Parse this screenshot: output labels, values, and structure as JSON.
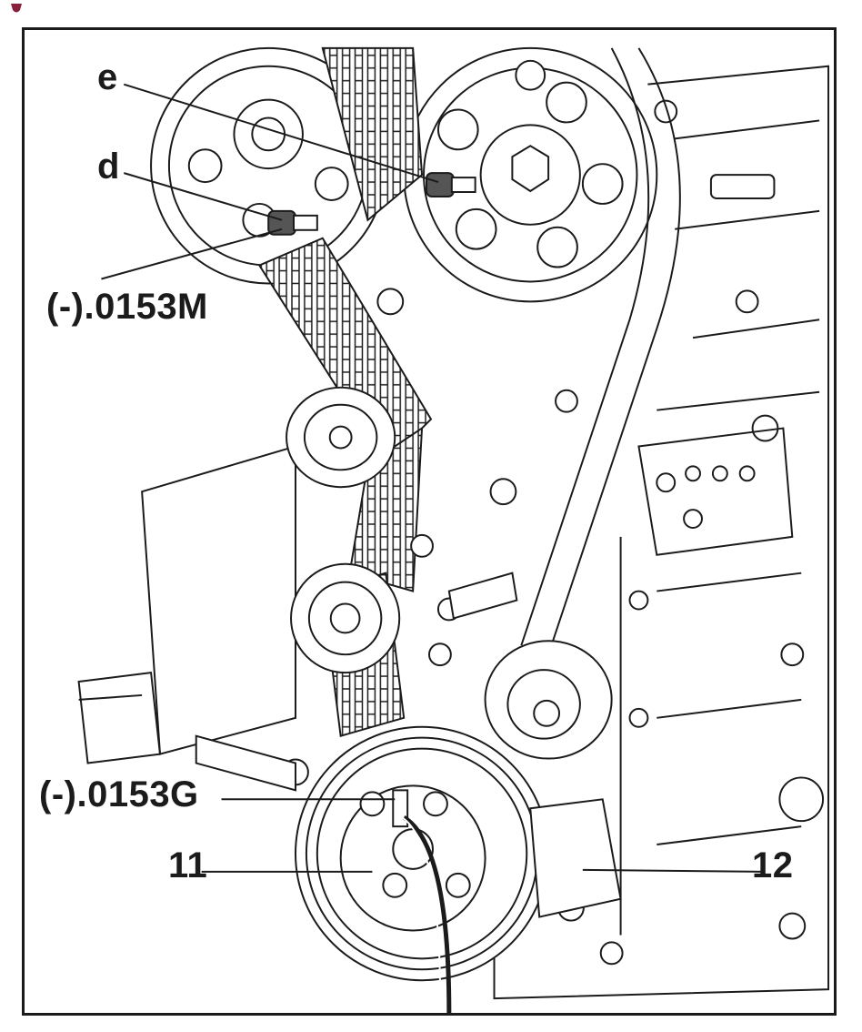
{
  "callouts": {
    "e": "e",
    "d": "d",
    "pin_top": "(-).0153M",
    "pin_bottom": "(-).0153G",
    "n11": "11",
    "n12": "12"
  },
  "colors": {
    "ink": "#1b1b1b",
    "paper": "#ffffff",
    "accent": "#8a1f3b"
  }
}
